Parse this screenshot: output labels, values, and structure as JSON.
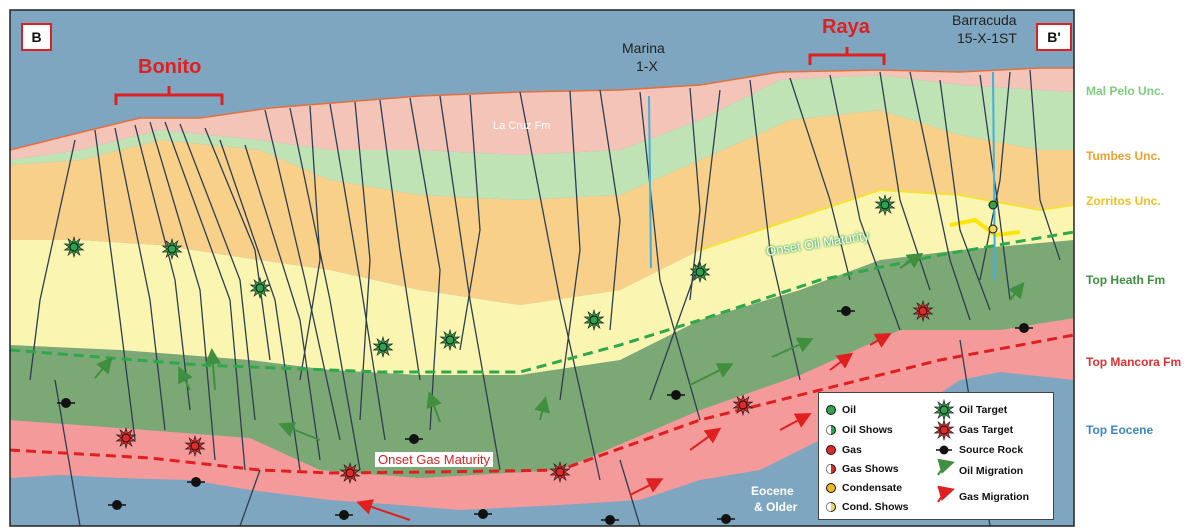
{
  "section": {
    "start_label": "B",
    "end_label": "B'"
  },
  "fields": {
    "bonito": "Bonito",
    "raya": "Raya"
  },
  "wells": {
    "marina": [
      "Marina",
      "1-X"
    ],
    "barracuda": [
      "Barracuda",
      "15-X-1ST"
    ]
  },
  "horizons": [
    {
      "label": "Mal Pelo Unc.",
      "color": "#7dcf7d"
    },
    {
      "label": "Tumbes Unc.",
      "color": "#f0a030"
    },
    {
      "label": "Zorritos Unc.",
      "color": "#f0c020"
    },
    {
      "label": "Top Heath Fm",
      "color": "#3f8f3f"
    },
    {
      "label": "Top Mancora Fm",
      "color": "#e03030"
    },
    {
      "label": "Top Eocene",
      "color": "#3a87c8"
    }
  ],
  "annotations": {
    "la_cruz": "La Cruz Fm",
    "oil_maturity": "Onset Oil Maturity",
    "gas_maturity": "Onset Gas Maturity",
    "eocene": [
      "Eocene",
      "& Older"
    ]
  },
  "legend": {
    "left": [
      {
        "label": "Oil",
        "icon": "oil-dot-icon"
      },
      {
        "label": "Oil Shows",
        "icon": "oil-shows-dot-icon"
      },
      {
        "label": "Gas",
        "icon": "gas-dot-icon"
      },
      {
        "label": "Gas Shows",
        "icon": "gas-shows-dot-icon"
      },
      {
        "label": "Condensate",
        "icon": "condensate-dot-icon"
      },
      {
        "label": "Cond. Shows",
        "icon": "cond-shows-dot-icon"
      }
    ],
    "right": [
      {
        "label": "Oil Target",
        "icon": "oil-target-star-icon"
      },
      {
        "label": "Gas Target",
        "icon": "gas-target-star-icon"
      },
      {
        "label": "Source Rock",
        "icon": "source-rock-icon"
      },
      {
        "label": "Oil Migration",
        "icon": "oil-migration-arrow-icon"
      },
      {
        "label": "Gas Migration",
        "icon": "gas-migration-arrow-icon"
      }
    ]
  },
  "colors": {
    "la_cruz": "#f4c4b8",
    "mal_pelo": "#bfe3b4",
    "tumbes": "#f9d08a",
    "heath_upper": "#faf5b0",
    "heath": "#7ba874",
    "mancora": "#f59a9a",
    "eocene": "#7ea6c0",
    "oil_target": "#2fa14f",
    "gas_target": "#e02a2a"
  }
}
